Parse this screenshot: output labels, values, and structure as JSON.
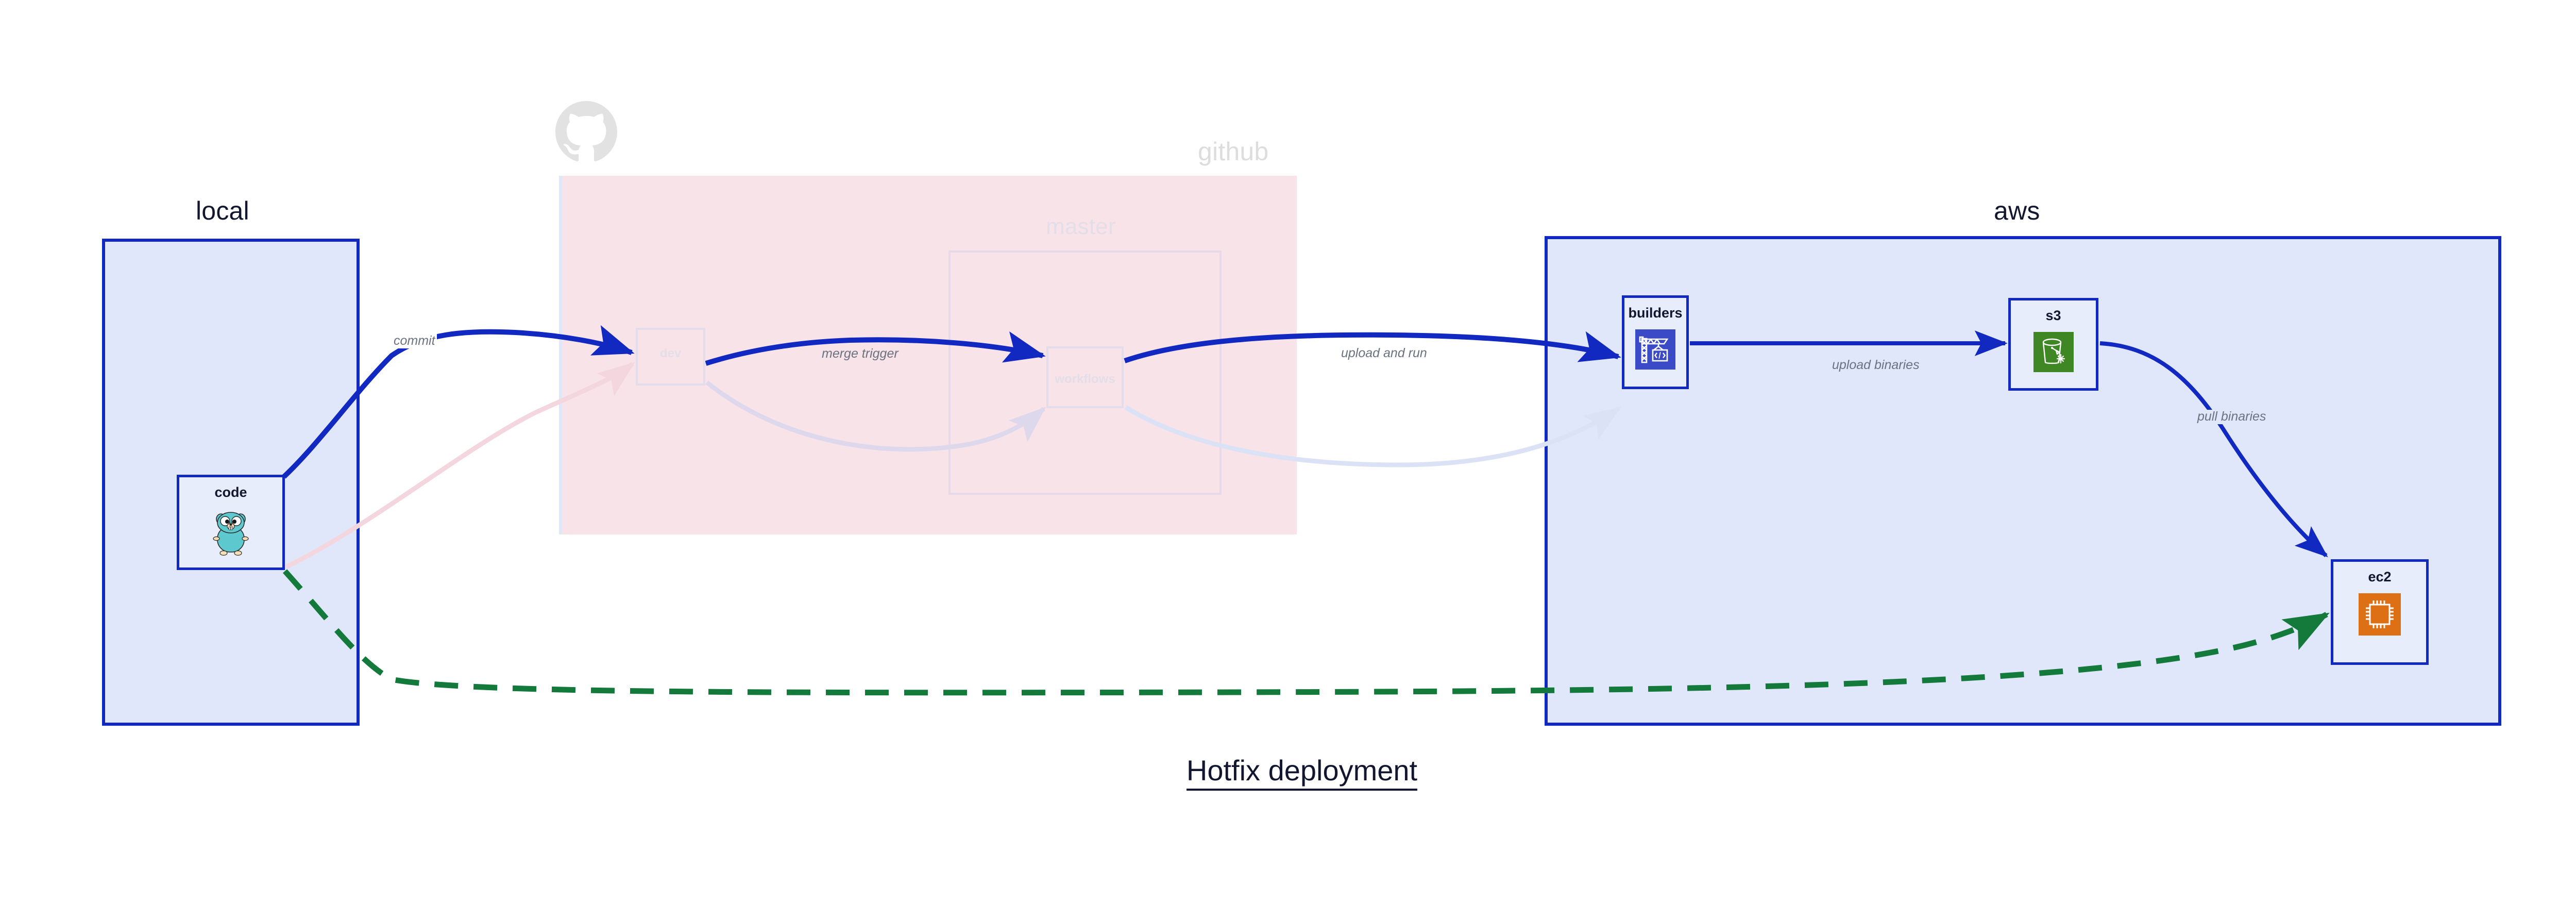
{
  "title": "Hotfix deployment",
  "clusters": [
    {
      "id": "local",
      "label": "local",
      "style": "solid",
      "fill": "#E1E7FA",
      "border": "#1129C0"
    },
    {
      "id": "github",
      "label": "github",
      "style": "faded",
      "fill": "#F8E3E9",
      "border": "#E1E7FA"
    },
    {
      "id": "master",
      "label": "master",
      "style": "faded",
      "fill": "transparent",
      "border": "#D9D2E6"
    },
    {
      "id": "aws",
      "label": "aws",
      "style": "solid",
      "fill": "#E1E7FA",
      "border": "#1129C0"
    }
  ],
  "nodes": [
    {
      "id": "code",
      "label": "code",
      "cluster": "local",
      "icon": "go-gopher-icon",
      "state": "active"
    },
    {
      "id": "dev",
      "label": "dev",
      "cluster": "github",
      "icon": "none",
      "state": "faded"
    },
    {
      "id": "workflows",
      "label": "workflows",
      "cluster": "master",
      "icon": "none",
      "state": "faded"
    },
    {
      "id": "builders",
      "label": "builders",
      "cluster": "aws",
      "icon": "crane-build-icon",
      "state": "active",
      "icon_color": "#3B4BC8"
    },
    {
      "id": "s3",
      "label": "s3",
      "cluster": "aws",
      "icon": "s3-bucket-icon",
      "state": "active",
      "icon_color": "#3F8624"
    },
    {
      "id": "ec2",
      "label": "ec2",
      "cluster": "aws",
      "icon": "cpu-chip-icon",
      "state": "active",
      "icon_color": "#DD7014"
    }
  ],
  "edges": [
    {
      "id": "commit",
      "from": "code",
      "to": "dev",
      "label": "commit",
      "style": "solid",
      "color": "#1129C0",
      "state": "active"
    },
    {
      "id": "merge",
      "from": "dev",
      "to": "workflows",
      "label": "merge trigger",
      "style": "solid",
      "color": "#1129C0",
      "state": "active"
    },
    {
      "id": "uploadrun",
      "from": "workflows",
      "to": "builders",
      "label": "upload and run",
      "style": "solid",
      "color": "#1129C0",
      "state": "active"
    },
    {
      "id": "uploadbin",
      "from": "builders",
      "to": "s3",
      "label": "upload binaries",
      "style": "solid",
      "color": "#1129C0",
      "state": "active"
    },
    {
      "id": "pullbin",
      "from": "s3",
      "to": "ec2",
      "label": "pull binaries",
      "style": "solid",
      "color": "#1129C0",
      "state": "active"
    },
    {
      "id": "hotfix",
      "from": "code",
      "to": "ec2",
      "label": "",
      "style": "dashed",
      "color": "#137A3B",
      "state": "active"
    },
    {
      "id": "ghost-a",
      "from": "code",
      "to": "dev",
      "label": "",
      "style": "solid",
      "color": "#F3D6DE",
      "state": "faded"
    },
    {
      "id": "ghost-b",
      "from": "dev",
      "to": "workflows",
      "label": "",
      "style": "solid",
      "color": "#DED8EC",
      "state": "faded"
    },
    {
      "id": "ghost-c",
      "from": "workflows",
      "to": "builders",
      "label": "",
      "style": "solid",
      "color": "#DCE2F6",
      "state": "faded"
    }
  ],
  "colors": {
    "primary_blue": "#1129C0",
    "cluster_blue_fill": "#E1E7FA",
    "github_pink_fill": "#F8E3E9",
    "green_dashed": "#137A3B",
    "edge_label_gray": "#6b7280",
    "faded_gray": "#DDDDDD"
  }
}
